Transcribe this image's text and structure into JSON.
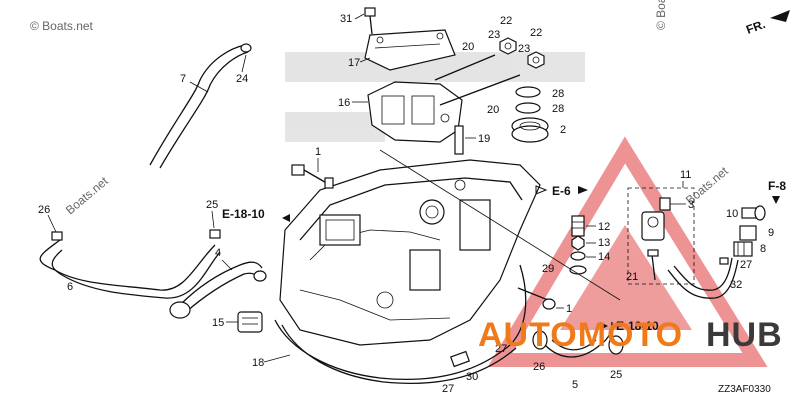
{
  "watermarks": {
    "left": "© Boats.net",
    "right": "© Boats.net",
    "diag1": "Boats.net",
    "diag2": "Boats.net"
  },
  "direction": {
    "label": "FR."
  },
  "refs": {
    "e18_left": "E-18-10",
    "e18_bottom": "E-18-10",
    "e6": "E-6",
    "f8": "F-8"
  },
  "part_numbers": {
    "p1a": "1",
    "p1b": "1",
    "p2": "2",
    "p3": "3",
    "p4": "4",
    "p5": "5",
    "p6": "6",
    "p7": "7",
    "p8": "8",
    "p9": "9",
    "p10": "10",
    "p11": "11",
    "p12": "12",
    "p13": "13",
    "p14": "14",
    "p15": "15",
    "p16": "16",
    "p17": "17",
    "p18": "18",
    "p19": "19",
    "p20a": "20",
    "p20b": "20",
    "p21": "21",
    "p22a": "22",
    "p22b": "22",
    "p23a": "23",
    "p23b": "23",
    "p24": "24",
    "p25a": "25",
    "p25b": "25",
    "p26a": "26",
    "p26b": "26",
    "p27a": "27",
    "p27b": "27",
    "p27c": "27",
    "p28a": "28",
    "p28b": "28",
    "p29": "29",
    "p30": "30",
    "p31": "31",
    "p32": "32"
  },
  "diagram_code": "ZZ3AF0330",
  "brand": {
    "part1": "AUTOMOTO",
    "part2": "HUB"
  },
  "colors": {
    "logo_red": "#e03a3a",
    "logo_orange": "#f07a1a",
    "logo_dark": "#3a3a3a",
    "line": "#111111"
  }
}
